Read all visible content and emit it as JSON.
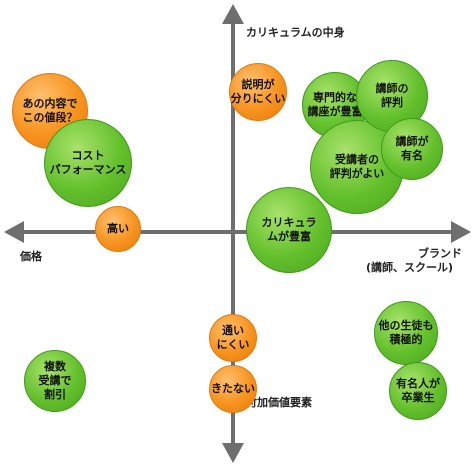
{
  "axes": {
    "y_top": "カリキュラムの中身",
    "y_bottom": "付加価値要素",
    "x_left": "価格",
    "x_right_line1": "ブランド",
    "x_right_line2": "(講師、スクール)"
  },
  "bubbles": [
    {
      "id": "cost-value",
      "text": "あの内容で\nこの値段？",
      "color": "orange"
    },
    {
      "id": "clear-explanation",
      "text": "説明が\n分りにくい",
      "color": "orange"
    },
    {
      "id": "expensive",
      "text": "高い",
      "color": "orange"
    },
    {
      "id": "hard-commute",
      "text": "通い\nにくい",
      "color": "orange"
    },
    {
      "id": "dirty",
      "text": "きたない",
      "color": "orange"
    },
    {
      "id": "cost-performance",
      "text": "コスト\nパフォーマンス",
      "color": "green"
    },
    {
      "id": "specialized-courses",
      "text": "専門的な\n講座が豊富",
      "color": "green"
    },
    {
      "id": "instructor-reputation",
      "text": "講師の\n評判",
      "color": "green"
    },
    {
      "id": "famous-instructor",
      "text": "講師が\n有名",
      "color": "green"
    },
    {
      "id": "good-reviews",
      "text": "受講者の\n評判がよい",
      "color": "green"
    },
    {
      "id": "rich-curriculum",
      "text": "カリキュラ\nムが豊富",
      "color": "green"
    },
    {
      "id": "other-students",
      "text": "他の生徒も\n積極的",
      "color": "green"
    },
    {
      "id": "multiple-discount",
      "text": "複数\n受講で\n割引",
      "color": "green"
    },
    {
      "id": "famous-alumni",
      "text": "有名人が\n卒業生",
      "color": "green"
    }
  ],
  "colors": {
    "orange": "#f7931e",
    "green": "#63c02c",
    "axis": "#6e6e6e"
  }
}
